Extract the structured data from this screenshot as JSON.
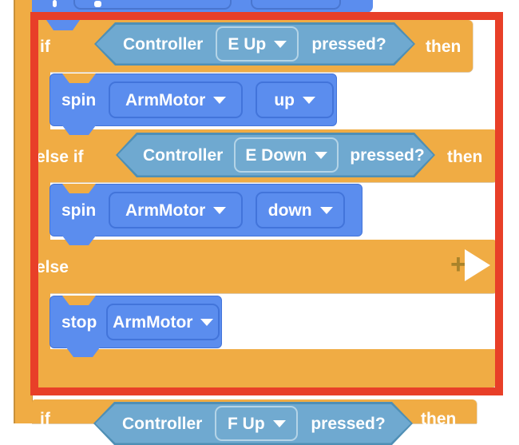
{
  "colors": {
    "orange": "#F0AC44",
    "blue": "#5B8DEE",
    "teal": "#6FA9D0",
    "teal_border": "#4F8FB5",
    "red_highlight": "#E83F28",
    "white_text": "#FFFFFF"
  },
  "if_else_block": {
    "if_label": "if",
    "then1_label": "then",
    "cond1": {
      "device": "Controller",
      "option": "E Up",
      "question": "pressed?"
    },
    "spin1": {
      "label": "spin",
      "motor": "ArmMotor",
      "direction": "up"
    },
    "elseif_label": "else if",
    "then2_label": "then",
    "cond2": {
      "device": "Controller",
      "option": "E Down",
      "question": "pressed?"
    },
    "spin2": {
      "label": "spin",
      "motor": "ArmMotor",
      "direction": "down"
    },
    "else_label": "else",
    "stop1": {
      "label": "stop",
      "motor": "ArmMotor"
    }
  },
  "next_if_block": {
    "if_label": "if",
    "then_label": "then",
    "cond": {
      "device": "Controller",
      "option": "F Up",
      "question": "pressed?"
    }
  }
}
